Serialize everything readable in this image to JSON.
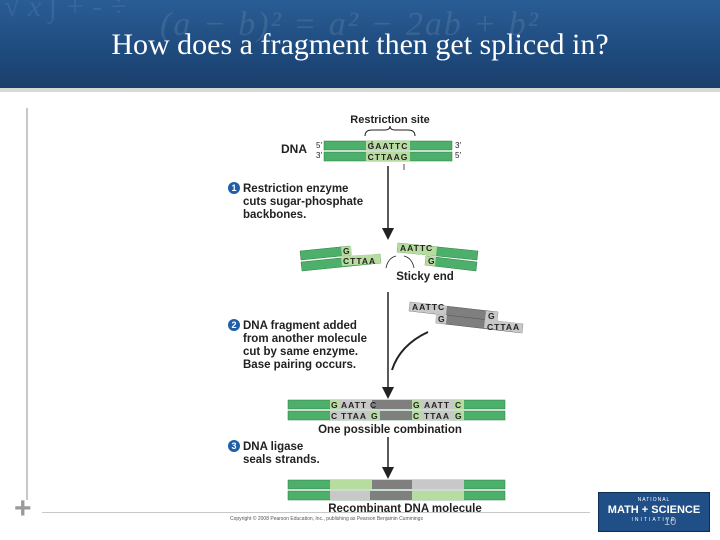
{
  "slide": {
    "title": "How does a fragment then get spliced in?",
    "page_number": "10",
    "copyright": "Copyright © 2008 Pearson Education, Inc., publishing as Pearson Benjamin Cummings",
    "logo": {
      "line1": "NATIONAL",
      "line2": "MATH + SCIENCE",
      "line3": "INITIATIVE"
    }
  },
  "diagram": {
    "restriction_site": "Restriction site",
    "dna_label": "DNA",
    "prime5": "5′",
    "prime3": "3′",
    "top_seq": "GAATTC",
    "bottom_seq": "CTTAAG",
    "step1_num": "1",
    "step1_lines": [
      "Restriction enzyme",
      "cuts sugar-phosphate",
      "backbones."
    ],
    "frag_left_top": "G",
    "frag_left_bottom": "CTTAA",
    "frag_right_top": "AATTC",
    "frag_right_bottom": "G",
    "sticky_end": "Sticky end",
    "incoming_top": "AATTC",
    "incoming_top_right": "G",
    "incoming_bottom_left": "G",
    "incoming_bottom_right": "CTTAA",
    "step2_num": "2",
    "step2_lines": [
      "DNA fragment added",
      "from another molecule",
      "cut by same enzyme.",
      "Base pairing occurs."
    ],
    "combo_top": [
      "G",
      "AATT",
      "C",
      "G",
      "AATT",
      "C"
    ],
    "combo_bottom": [
      "C",
      "TTAA",
      "G",
      "C",
      "TTAA",
      "G"
    ],
    "one_possible": "One possible combination",
    "step3_num": "3",
    "step3_lines": [
      "DNA ligase",
      "seals strands."
    ],
    "recombinant": "Recombinant DNA molecule"
  },
  "colors": {
    "header_blue": "#1e4a7d",
    "strand_green": "#4caf6a",
    "strand_light": "#b8dca0",
    "strand_gray": "#7f7f7f",
    "step_blue": "#1f5fa8"
  }
}
